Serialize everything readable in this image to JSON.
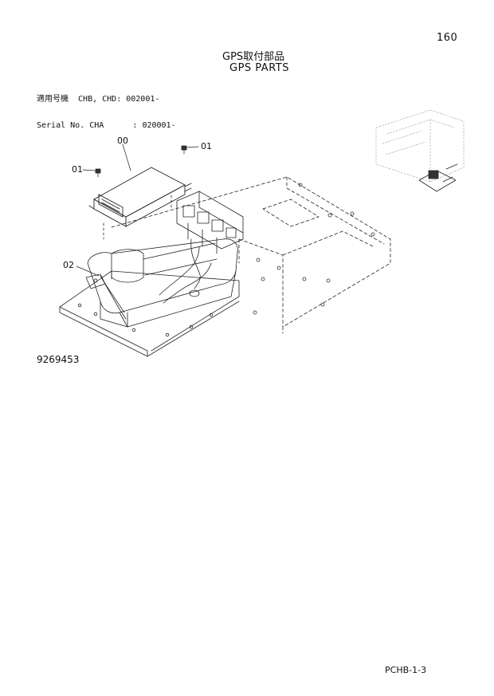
{
  "page_number": "160",
  "title": {
    "japanese": "GPS取付部品",
    "english": "GPS PARTS"
  },
  "applicability": {
    "line1": "適用号機  CHB, CHD: 002001-",
    "line2": "Serial No. CHA      : 020001-"
  },
  "callouts": {
    "c00": "00",
    "c01a": "01",
    "c01b": "01",
    "c02": "02"
  },
  "figure_number": "9269453",
  "footer_code": "PCHB-1-3"
}
